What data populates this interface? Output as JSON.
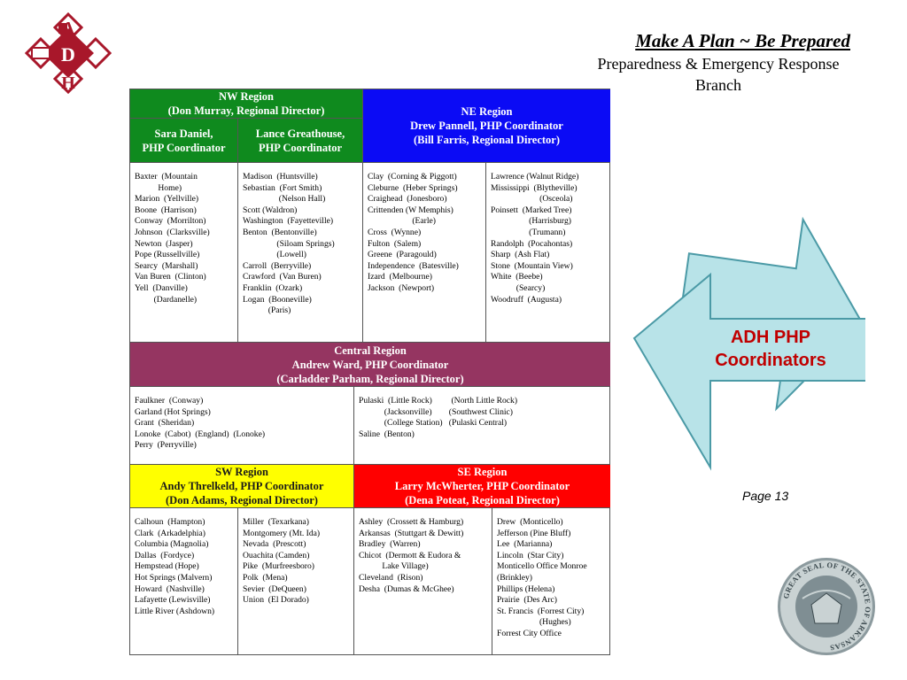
{
  "header": {
    "logo_letters": [
      "A",
      "D",
      "H"
    ],
    "title": "Make A Plan ~ Be Prepared",
    "subtitle": "Preparedness & Emergency Response\nBranch"
  },
  "regions": {
    "nw": {
      "header": "NW  Region\n(Don Murray,  Regional Director)",
      "col1_header": "Sara Daniel,\nPHP Coordinator",
      "col2_header": "Lance Greathouse,\nPHP Coordinator",
      "col1": [
        "Baxter  (Mountain",
        "           Home)",
        "Marion  (Yellville)",
        "Boone  (Harrison)",
        "Conway  (Morrilton)",
        "Johnson  (Clarksville)",
        "Newton  (Jasper)",
        "Pope (Russellville)",
        "Searcy  (Marshall)",
        "Van Buren  (Clinton)",
        "Yell  (Danville)",
        "         (Dardanelle)"
      ],
      "col2": [
        "Madison  (Huntsville)",
        "Sebastian  (Fort Smith)",
        "                 (Nelson Hall)",
        "Scott (Waldron)",
        "Washington  (Fayetteville)",
        "Benton  (Bentonville)",
        "                (Siloam Springs)",
        "                (Lowell)",
        "Carroll  (Berryville)",
        "Crawford  (Van Buren)",
        "Franklin  (Ozark)",
        "Logan  (Booneville)",
        "            (Paris)"
      ]
    },
    "ne": {
      "header": "NE Region\nDrew Pannell, PHP Coordinator\n(Bill Farris, Regional Director)",
      "col1": [
        "Clay  (Corning & Piggott)",
        "Cleburne  (Heber Springs)",
        "Craighead  (Jonesboro)",
        "Crittenden (W Memphis)",
        "                     (Earle)",
        "Cross  (Wynne)",
        "Fulton  (Salem)",
        "Greene  (Paragould)",
        "Independence  (Batesville)",
        "Izard  (Melbourne)",
        "Jackson  (Newport)"
      ],
      "col2": [
        "Lawrence (Walnut Ridge)",
        "Mississippi  (Blytheville)",
        "                       (Osceola)",
        "Poinsett  (Marked Tree)",
        "                  (Harrisburg)",
        "                  (Trumann)",
        "Randolph  (Pocahontas)",
        "Sharp  (Ash Flat)",
        "Stone  (Mountain View)",
        "White  (Beebe)",
        "            (Searcy)",
        "Woodruff  (Augusta)"
      ]
    },
    "central": {
      "header": "Central Region\nAndrew Ward, PHP Coordinator\n(Carladder  Parham, Regional Director)",
      "col1": [
        "Faulkner  (Conway)",
        "Garland (Hot Springs)",
        "Grant  (Sheridan)",
        "Lonoke  (Cabot)  (England)  (Lonoke)",
        "Perry  (Perryville)"
      ],
      "col2": [
        "Pulaski  (Little Rock)         (North Little Rock)",
        "            (Jacksonville)        (Southwest Clinic)",
        "            (College Station)   (Pulaski Central)",
        "Saline  (Benton)"
      ]
    },
    "sw": {
      "header": "SW Region\nAndy Threlkeld,  PHP Coordinator\n(Don Adams, Regional Director)",
      "col1": [
        "Calhoun  (Hampton)",
        "Clark  (Arkadelphia)",
        "Columbia (Magnolia)",
        "Dallas  (Fordyce)",
        "Hempstead (Hope)",
        "Hot Springs (Malvern)",
        "Howard  (Nashville)",
        "Lafayette (Lewisville)",
        "Little River (Ashdown)"
      ],
      "col2": [
        "Miller  (Texarkana)",
        "Montgomery (Mt. Ida)",
        "Nevada  (Prescott)",
        "Ouachita (Camden)",
        "Pike  (Murfreesboro)",
        "Polk  (Mena)",
        "Sevier  (DeQueen)",
        "Union  (El Dorado)"
      ]
    },
    "se": {
      "header": "SE Region\nLarry McWherter, PHP Coordinator\n(Dena Poteat, Regional Director)",
      "col1": [
        "Ashley  (Crossett & Hamburg)",
        "Arkansas  (Stuttgart & Dewitt)",
        "Bradley  (Warren)",
        "Chicot  (Dermott & Eudora &",
        "           Lake Village)",
        "Cleveland  (Rison)",
        "Desha  (Dumas & McGhee)"
      ],
      "col2": [
        "Drew  (Monticello)",
        "Jefferson (Pine Bluff)",
        "Lee  (Marianna)",
        "Lincoln  (Star City)",
        "Monticello Office Monroe",
        "(Brinkley)",
        "Phillips (Helena)",
        "Prairie  (Des Arc)",
        "St. Francis  (Forrest City)",
        "                    (Hughes)",
        "Forrest City Office"
      ]
    }
  },
  "arrow_label": "ADH PHP\nCoordinators",
  "page_number": "Page 13",
  "seal_text": "GREAT SEAL OF THE STATE OF ARKANSAS",
  "colors": {
    "nw": "#0f8a1e",
    "ne": "#0b0bf5",
    "central": "#953561",
    "sw": "#ffff00",
    "se": "#ff0000",
    "arrow_fill": "#b8e3e8",
    "arrow_stroke": "#4b9aa6",
    "logo": "#a8172a",
    "label": "#c00000"
  }
}
